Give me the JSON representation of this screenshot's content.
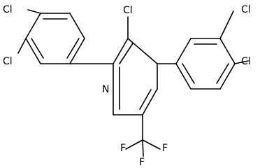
{
  "atoms": {
    "cl_left_top": "Cl",
    "cl_left_bottom": "Cl",
    "cl_center": "Cl",
    "cl_right_top": "Cl",
    "cl_right_bottom": "Cl",
    "n": "N",
    "f_left": "F",
    "f_center": "F",
    "f_right": "F"
  },
  "colors": {
    "bond": "#000000",
    "text": "#000000",
    "background": "#ffffff"
  }
}
